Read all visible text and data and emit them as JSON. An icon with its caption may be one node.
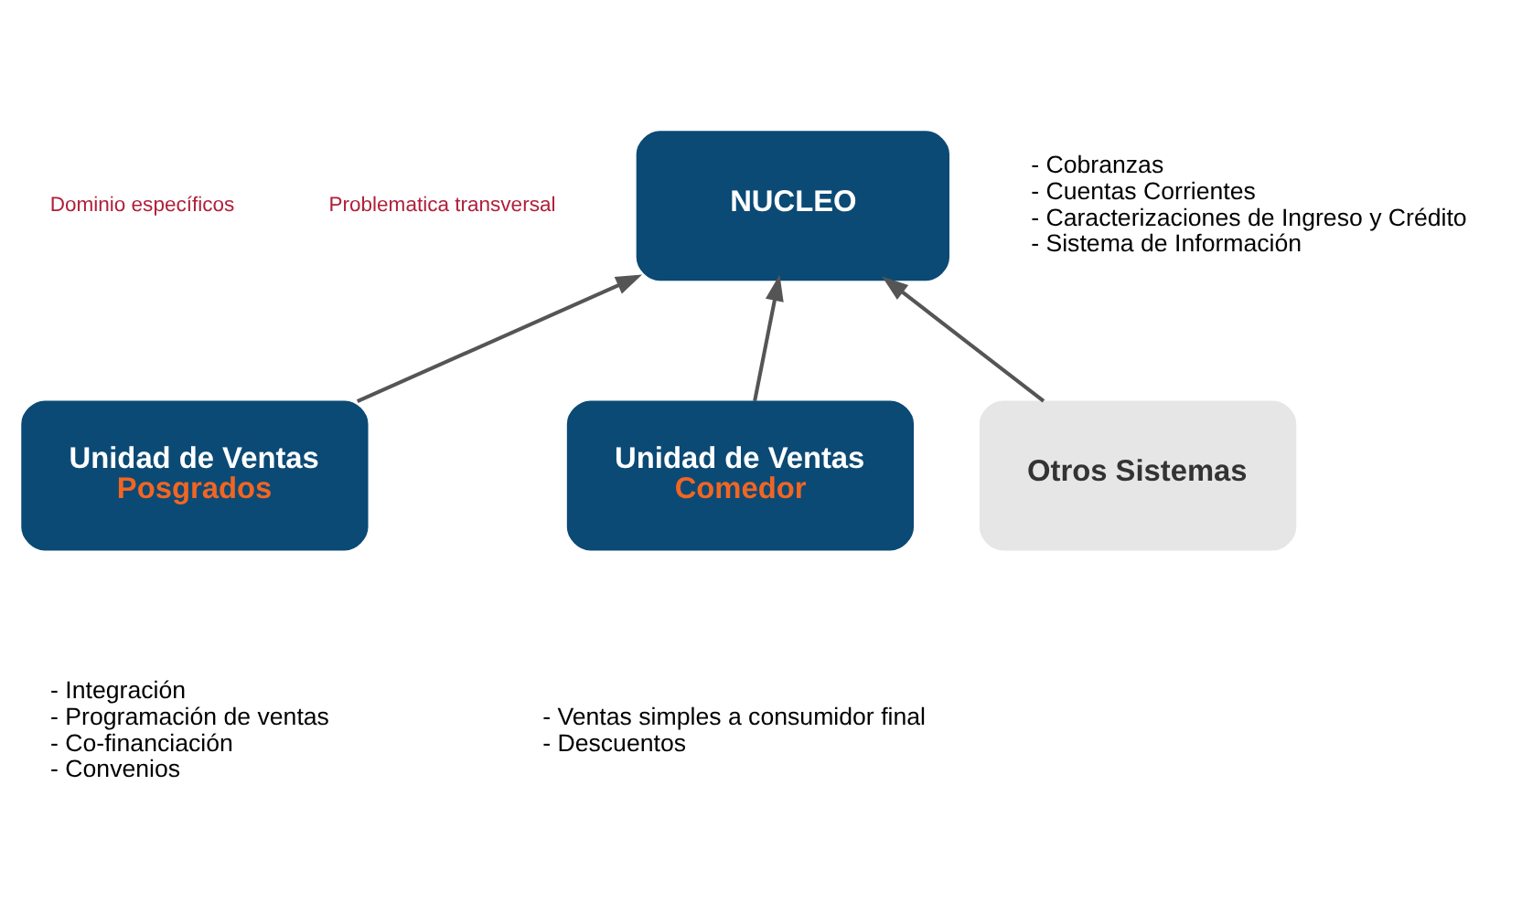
{
  "diagram": {
    "nodes": [
      {
        "text": [
          "NUCLEO"
        ],
        "beside": [
          "- Cobranzas",
          "- Cuentas Corrientes",
          "- Caracterizaciones de Ingreso y Crédito",
          "- Sistema de Información"
        ]
      },
      {
        "text": [
          "Unidad de Ventas",
          "Posgrados"
        ],
        "beside": [
          "- Integración",
          "- Programación de ventas",
          "- Co-financiación",
          "- Convenios"
        ]
      },
      {
        "text": [
          "Unidad de Ventas",
          "Comedor"
        ],
        "beside": [
          "- Ventas simples a consumidor final",
          "- Descuentos"
        ]
      },
      {
        "text": [
          "Otros Sistemas"
        ]
      }
    ],
    "edges": [
      {
        "from": 1,
        "to": 0,
        "arrow": "to"
      },
      {
        "from": 2,
        "to": 0,
        "arrow": "to"
      },
      {
        "from": 3,
        "to": 0,
        "arrow": "to"
      }
    ],
    "labels": [
      "Problematica transversal",
      "Dominio específicos"
    ]
  }
}
